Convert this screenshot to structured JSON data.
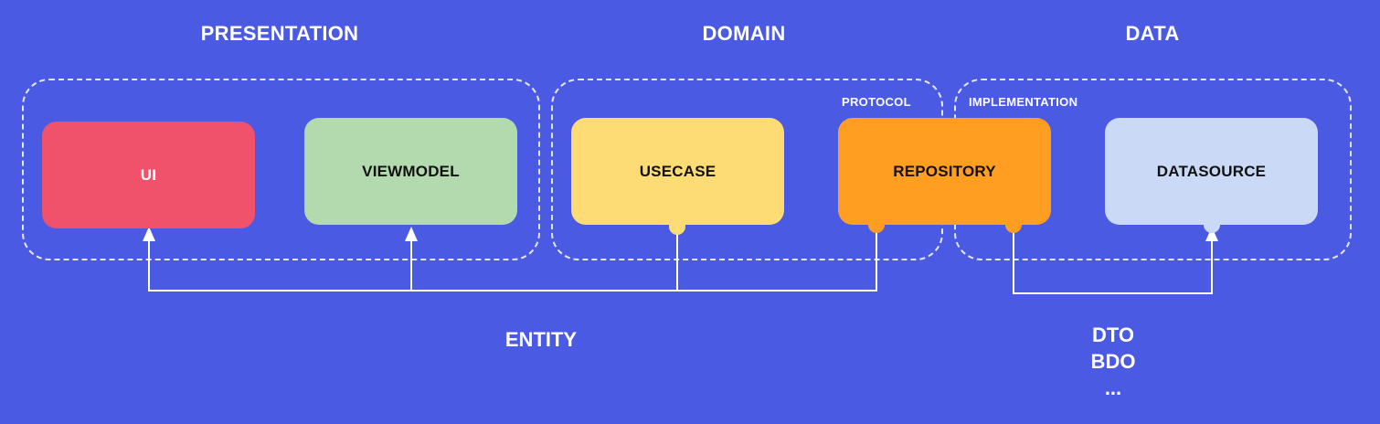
{
  "layers": {
    "presentation": "PRESENTATION",
    "domain": "DOMAIN",
    "data": "DATA"
  },
  "groups": {
    "protocol": "PROTOCOL",
    "implementation": "IMPLEMENTATION"
  },
  "nodes": {
    "ui": "UI",
    "viewmodel": "VIEWMODEL",
    "usecase": "USECASE",
    "repository": "REPOSITORY",
    "datasource": "DATASOURCE"
  },
  "labels": {
    "entity": "ENTITY",
    "data_objects": [
      "DTO",
      "BDO",
      "..."
    ]
  },
  "colors": {
    "background": "#4B5AE3",
    "ui": "#F0526B",
    "viewmodel": "#B3D9AE",
    "usecase": "#FEDC75",
    "repository": "#FF9E21",
    "datasource": "#CAD9F5",
    "connector": "#FFFFFF"
  }
}
